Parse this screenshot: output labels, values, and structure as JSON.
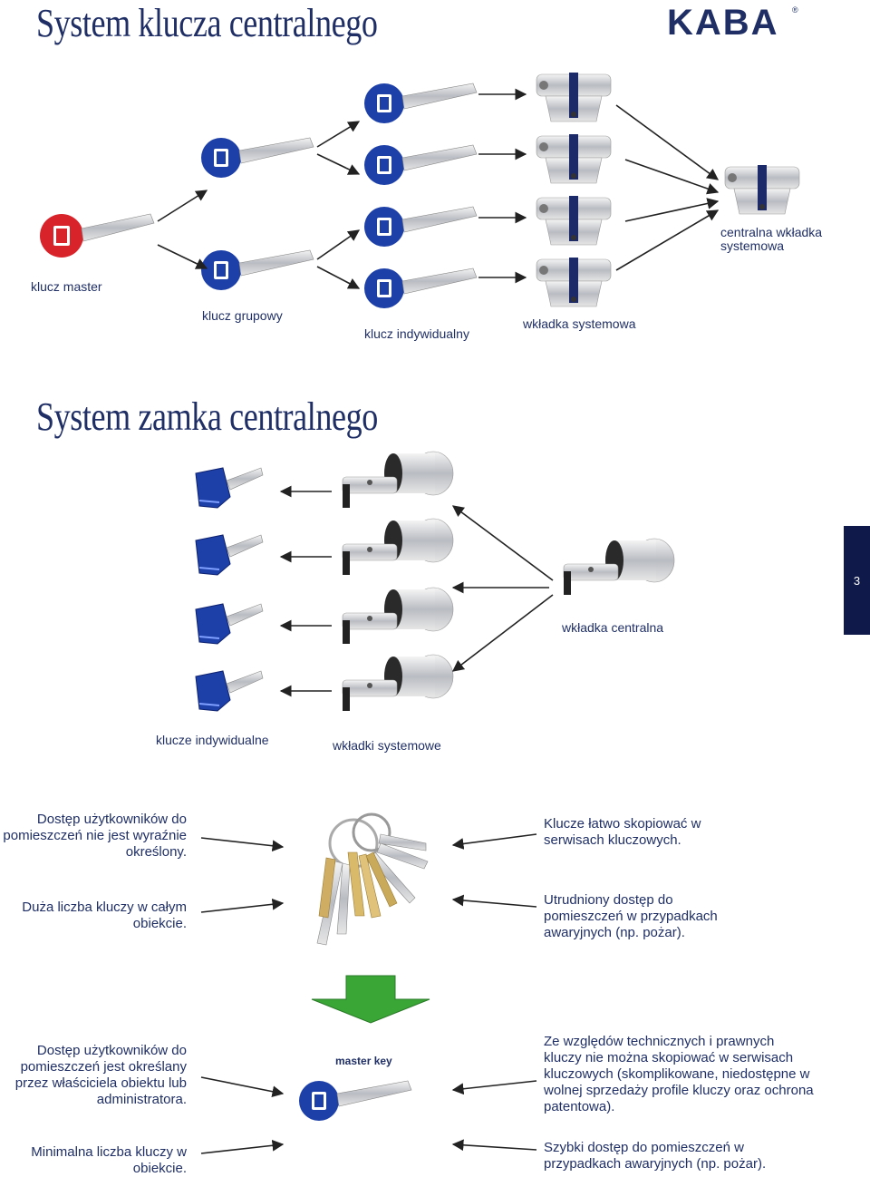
{
  "section1": {
    "title": "System klucza centralnego",
    "labels": {
      "master": "klucz master",
      "group": "klucz grupowy",
      "individual": "klucz indywidualny",
      "system_cylinder": "wkładka systemowa",
      "central_cylinder_line1": "centralna wkładka",
      "central_cylinder_line2": "systemowa"
    }
  },
  "logo": {
    "text": "KABA",
    "registered": "®",
    "color": "#1f2f66"
  },
  "page_number": "3",
  "section2": {
    "title": "System zamka centralnego",
    "labels": {
      "individual_keys": "klucze indywidualne",
      "system_cylinders": "wkładki systemowe",
      "central_cylinder": "wkładka centralna"
    }
  },
  "pros_cons_top": {
    "left": [
      [
        "Dostęp użytkowników do",
        "pomieszczeń nie jest wyraźnie",
        "określony."
      ],
      [
        "Duża liczba kluczy w całym",
        "obiekcie."
      ]
    ],
    "right": [
      [
        "Klucze łatwo skopiować w",
        "serwisach kluczowych."
      ],
      [
        "Utrudniony dostęp do",
        "pomieszczeń w przypadkach",
        "awaryjnych (np. pożar)."
      ]
    ]
  },
  "pros_cons_bottom": {
    "center_label": "master key",
    "left": [
      [
        "Dostęp użytkowników do",
        "pomieszczeń jest określany",
        "przez właściciela obiektu lub",
        "administratora."
      ],
      [
        "Minimalna liczba kluczy w",
        "obiekcie."
      ]
    ],
    "right": [
      [
        "Ze względów technicznych i prawnych",
        "kluczy nie można skopiować w serwisach",
        "kluczowych (skomplikowane, niedostępne w",
        "wolnej sprzedaży profile kluczy oraz ochrona",
        "patentowa)."
      ],
      [
        "Szybki dostęp do pomieszczeń w",
        "przypadkach awaryjnych (np. pożar)."
      ]
    ]
  },
  "colors": {
    "accent": "#1f2f66",
    "master_key": "#d8232a",
    "group_key": "#1d3fa8",
    "arrow_green": "#3aa636"
  }
}
